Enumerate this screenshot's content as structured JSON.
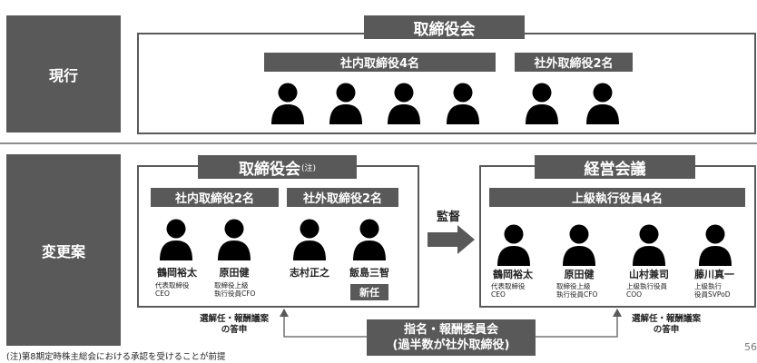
{
  "current": {
    "label": "現行",
    "board_title": "取締役会",
    "inside_header": "社内取締役4名",
    "outside_header": "社外取締役2名",
    "inside_count": 4,
    "outside_count": 2
  },
  "proposal": {
    "label": "変更案",
    "board_title": "取締役会",
    "board_note": "(注)",
    "inside_header": "社内取締役2名",
    "outside_header": "社外取締役2名",
    "board_members": [
      {
        "name": "鶴岡裕太",
        "role": "代表取締役\nCEO"
      },
      {
        "name": "原田健",
        "role": "取締役上級\n執行役員CFO"
      },
      {
        "name": "志村正之",
        "role": ""
      },
      {
        "name": "飯島三智",
        "role": ""
      }
    ],
    "new_badge": "新任",
    "supervise_label": "監督",
    "mgmt_title": "経営会議",
    "mgmt_header": "上級執行役員4名",
    "mgmt_members": [
      {
        "name": "鶴岡裕太",
        "role": "代表取締役\nCEO"
      },
      {
        "name": "原田健",
        "role": "取締役上級\n執行役員CFO"
      },
      {
        "name": "山村兼司",
        "role": "上級執行役員\nCOO"
      },
      {
        "name": "藤川真一",
        "role": "上級執行\n役員SVPoD"
      }
    ],
    "committee": {
      "line1": "指名・報酬委員会",
      "line2": "(過半数が社外取締役)"
    },
    "left_report": "選解任・報酬議案\nの答申",
    "right_report": "選解任・報酬議案\nの答申"
  },
  "footnote": "(注)第8期定時株主総会における承認を受けることが前提",
  "page_number": "56",
  "colors": {
    "dark": "#595959",
    "line": "#8c8c8c",
    "icon": "#000000"
  }
}
